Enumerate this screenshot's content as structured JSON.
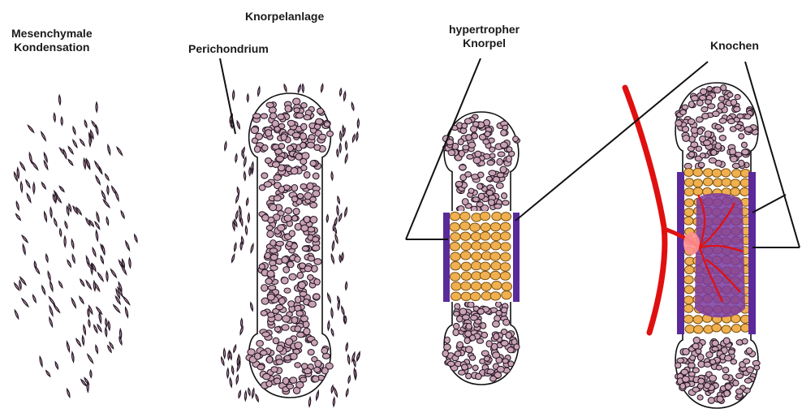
{
  "labels": {
    "mesenchymal_line1": "Mesenchymale",
    "mesenchymal_line2": "Kondensation",
    "knorpelanlage": "Knorpelanlage",
    "perichondrium": "Perichondrium",
    "hypertroph_line1": "hypertropher",
    "hypertroph_line2": "Knorpel",
    "knochen": "Knochen"
  },
  "colors": {
    "cell_fill": "#c9a3b3",
    "cell_stroke": "#2a1a2a",
    "outline": "#111111",
    "hypertrophic_fill": "#f0b050",
    "hypertrophic_stroke": "#7a5010",
    "bone_collar": "#5a2a9a",
    "vessel": "#e01010",
    "vessel_light": "#ff9090"
  }
}
